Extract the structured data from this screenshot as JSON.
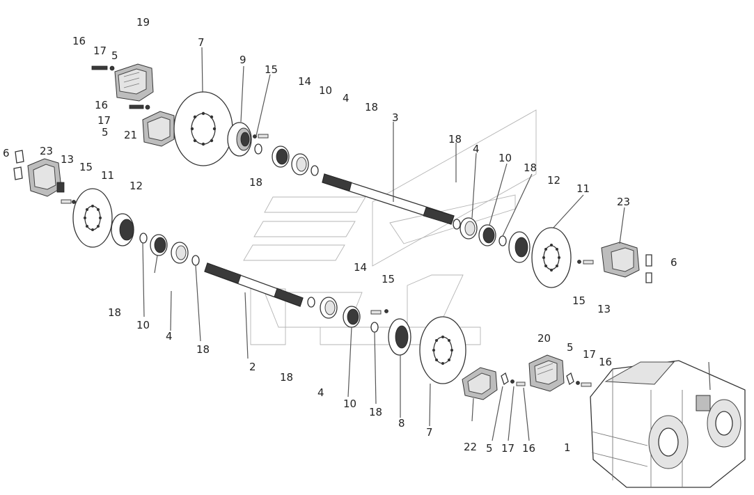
{
  "callouts": {
    "c19": "19",
    "c16a": "16",
    "c17a": "17",
    "c5a": "5",
    "c7a": "7",
    "c9": "9",
    "c15a": "15",
    "c14a": "14",
    "c10a": "10",
    "c4a": "4",
    "c18a": "18",
    "c3": "3",
    "c16b": "16",
    "c17b": "17",
    "c5b": "5",
    "c21": "21",
    "c6a": "6",
    "c23a": "23",
    "c13a": "13",
    "c15b": "15",
    "c11a": "11",
    "c12a": "12",
    "c18b": "18",
    "c18c": "18",
    "c4b": "4",
    "c10b": "10",
    "c18d": "18",
    "c12b": "12",
    "c11b": "11",
    "c23b": "23",
    "c6b": "6",
    "c15c": "15",
    "c13b": "13",
    "c14b": "14",
    "c15d": "15",
    "c18e": "18",
    "c10c": "10",
    "c4c": "4",
    "c18f": "18",
    "c2": "2",
    "c18g": "18",
    "c4d": "4",
    "c10d": "10",
    "c18h": "18",
    "c8": "8",
    "c7b": "7",
    "c20": "20",
    "c5c": "5",
    "c17c": "17",
    "c16c": "16",
    "c22": "22",
    "c5d": "5",
    "c17d": "17",
    "c16d": "16",
    "c1": "1"
  }
}
